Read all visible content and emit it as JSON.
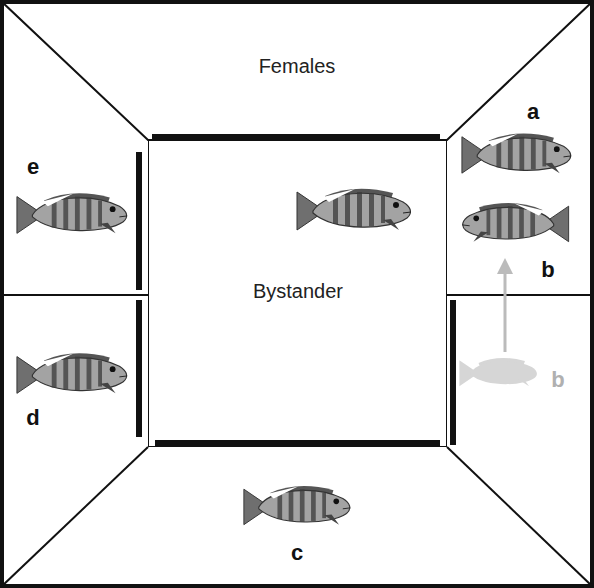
{
  "diagram": {
    "nodes": [
      {
        "text": [
          "Females"
        ]
      },
      {
        "text": [
          "Bystander"
        ]
      }
    ],
    "labels": [
      "a",
      "e",
      "b",
      "d",
      "b",
      "c"
    ]
  }
}
